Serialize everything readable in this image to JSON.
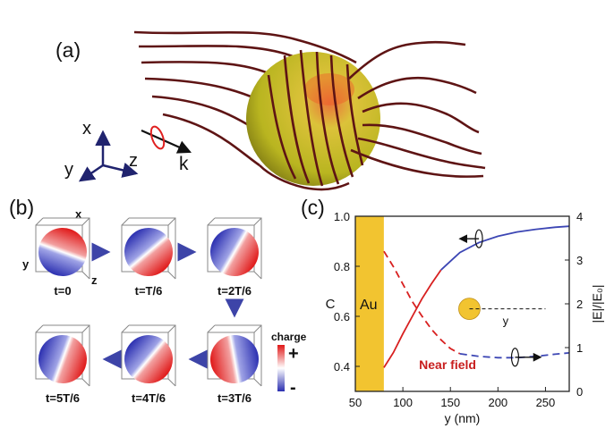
{
  "panels": {
    "a": {
      "label": "(a)",
      "axes": {
        "x": "x",
        "y": "y",
        "z": "z",
        "k": "k"
      }
    },
    "b": {
      "label": "(b)",
      "cube_axes": {
        "x": "x",
        "y": "y",
        "z": "z"
      },
      "frames": [
        {
          "label": "t=0"
        },
        {
          "label": "t=T/6"
        },
        {
          "label": "t=2T/6"
        },
        {
          "label": "t=3T/6"
        },
        {
          "label": "t=4T/6"
        },
        {
          "label": "t=5T/6"
        }
      ],
      "colorbar": {
        "title": "charge",
        "plus": "+",
        "minus": "-"
      }
    },
    "c": {
      "label": "(c)"
    }
  },
  "chart_data": {
    "type": "line",
    "xlabel": "y (nm)",
    "ylabel_left": "C",
    "ylabel_right": "|E|/|E₀|",
    "xlim": [
      50,
      275
    ],
    "ylim_left": [
      0.3,
      1.0
    ],
    "ylim_right": [
      0,
      4
    ],
    "xticks": [
      50,
      100,
      150,
      200,
      250
    ],
    "yticks_left": [
      0.4,
      0.6,
      0.8,
      1.0
    ],
    "yticks_right": [
      0,
      1,
      2,
      3,
      4
    ],
    "region": {
      "label": "Au",
      "x_from": 50,
      "x_to": 80,
      "color": "#f2c430"
    },
    "annotation": "Near field",
    "inset_label": "y",
    "series": [
      {
        "axis": "left",
        "style": "solid",
        "color": "#3c46b4",
        "x": [
          140,
          160,
          180,
          200,
          220,
          240,
          260,
          275
        ],
        "y": [
          0.785,
          0.855,
          0.895,
          0.92,
          0.937,
          0.948,
          0.956,
          0.96
        ]
      },
      {
        "axis": "left",
        "style": "solid",
        "color": "#d82020",
        "x": [
          80,
          90,
          100,
          110,
          120,
          130,
          140
        ],
        "y": [
          0.395,
          0.455,
          0.53,
          0.6,
          0.67,
          0.73,
          0.785
        ]
      },
      {
        "axis": "right",
        "style": "dashed",
        "color": "#d82020",
        "x": [
          80,
          90,
          100,
          110,
          120,
          130,
          140,
          150,
          160
        ],
        "y": [
          3.2,
          2.85,
          2.45,
          2.05,
          1.72,
          1.42,
          1.18,
          0.98,
          0.86
        ]
      },
      {
        "axis": "right",
        "style": "dashed",
        "color": "#3c46b4",
        "x": [
          160,
          180,
          200,
          220,
          240,
          260,
          275
        ],
        "y": [
          0.86,
          0.8,
          0.77,
          0.77,
          0.8,
          0.85,
          0.88
        ]
      }
    ]
  }
}
